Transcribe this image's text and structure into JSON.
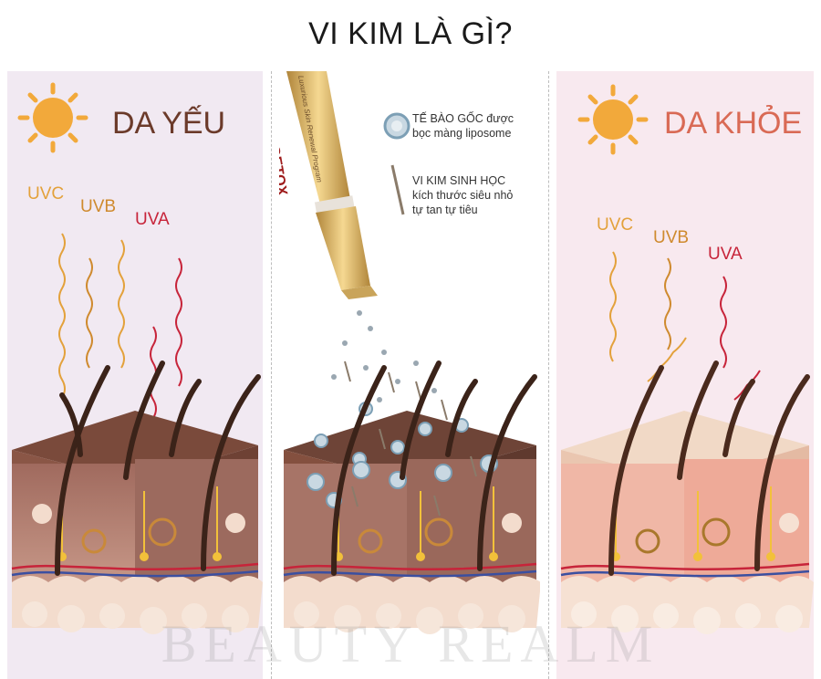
{
  "title": "VI KIM LÀ GÌ?",
  "panels": {
    "weak": {
      "heading": "DA YẾU",
      "uvc": "UVC",
      "uvb": "UVB",
      "uva": "UVA"
    },
    "middle": {
      "brand": "REGETOX",
      "brand_sub": "Luxurious Skin Renewal Program",
      "legend_stem_cell_line1": "TẾ BÀO GỐC được",
      "legend_stem_cell_line2": "bọc màng liposome",
      "legend_needle_line1": "VI KIM SINH HỌC",
      "legend_needle_line2": "kích thước siêu nhỏ",
      "legend_needle_line3": "tự tan tự tiêu"
    },
    "healthy": {
      "heading": "DA KHỎE",
      "uvc": "UVC",
      "uvb": "UVB",
      "uva": "UVA"
    }
  },
  "watermark": "BEAUTY REALM",
  "colors": {
    "uvc": "#e3a13b",
    "uvb": "#cf8a2e",
    "uva": "#c7243a",
    "weak_heading": "#6b3a2a",
    "healthy_heading": "#d96a55",
    "sun": "#f2a93b"
  }
}
